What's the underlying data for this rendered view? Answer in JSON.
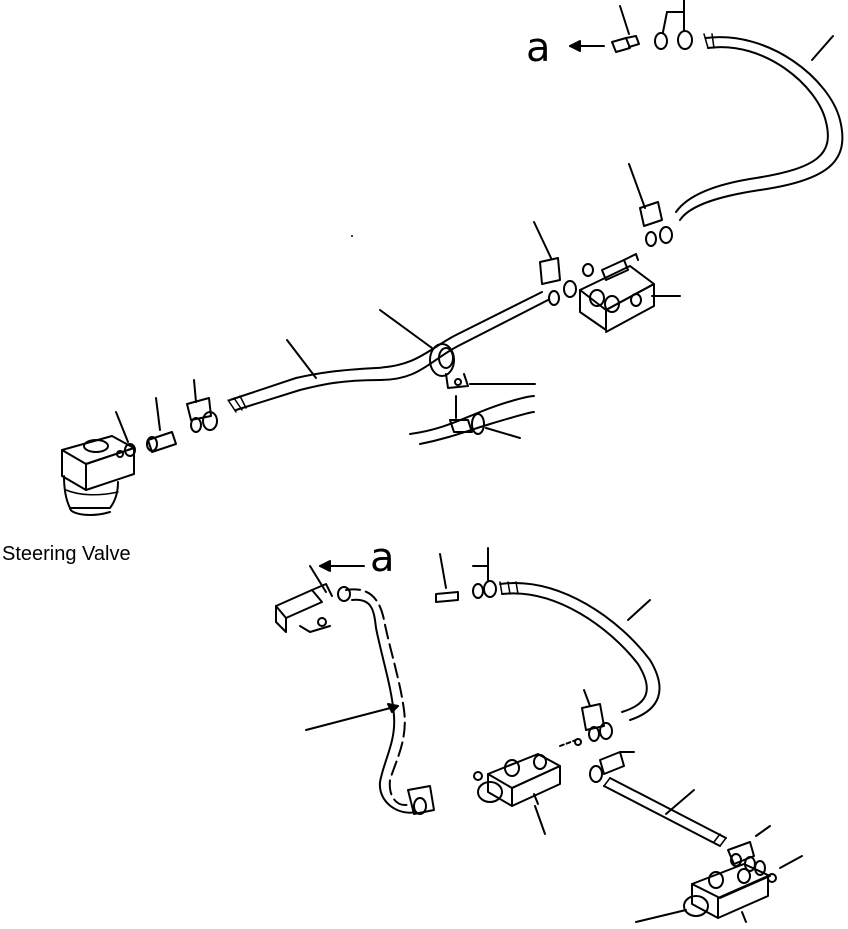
{
  "diagram": {
    "caption": "Steering Valve",
    "reference_top": "a",
    "reference_bottom": "a"
  },
  "colors": {
    "ink": "#000000",
    "paper": "#ffffff"
  }
}
